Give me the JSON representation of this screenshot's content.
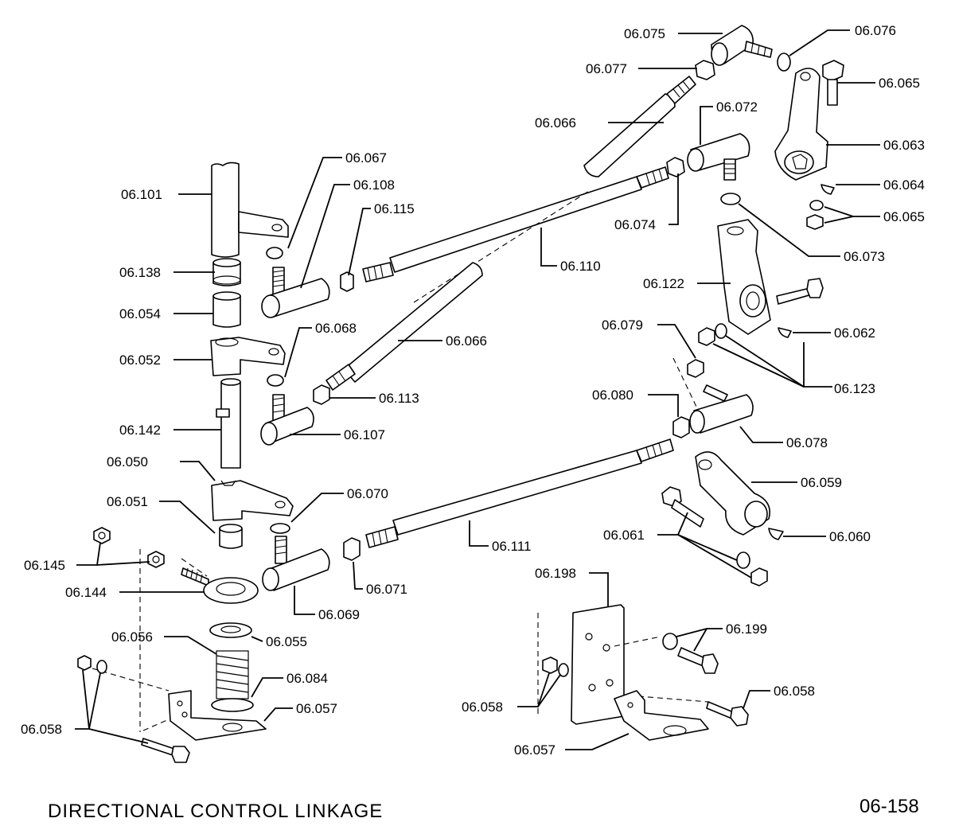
{
  "diagram": {
    "title": "DIRECTIONAL CONTROL LINKAGE",
    "page_number": "06-158",
    "callouts": {
      "c06_075": "06.075",
      "c06_076": "06.076",
      "c06_077": "06.077",
      "c06_065a": "06.065",
      "c06_066a": "06.066",
      "c06_072": "06.072",
      "c06_063": "06.063",
      "c06_067": "06.067",
      "c06_064": "06.064",
      "c06_108": "06.108",
      "c06_101": "06.101",
      "c06_065b": "06.065",
      "c06_115": "06.115",
      "c06_074": "06.074",
      "c06_073": "06.073",
      "c06_110": "06.110",
      "c06_138": "06.138",
      "c06_122": "06.122",
      "c06_054": "06.054",
      "c06_079": "06.079",
      "c06_068": "06.068",
      "c06_062": "06.062",
      "c06_066b": "06.066",
      "c06_052": "06.052",
      "c06_123": "06.123",
      "c06_113": "06.113",
      "c06_080": "06.080",
      "c06_142": "06.142",
      "c06_107": "06.107",
      "c06_078": "06.078",
      "c06_050": "06.050",
      "c06_059": "06.059",
      "c06_070": "06.070",
      "c06_051": "06.051",
      "c06_061": "06.061",
      "c06_060": "06.060",
      "c06_111": "06.111",
      "c06_145": "06.145",
      "c06_198": "06.198",
      "c06_071": "06.071",
      "c06_144": "06.144",
      "c06_069": "06.069",
      "c06_199": "06.199",
      "c06_056": "06.056",
      "c06_055": "06.055",
      "c06_084": "06.084",
      "c06_058a": "06.058",
      "c06_057a": "06.057",
      "c06_058b": "06.058",
      "c06_058c": "06.058",
      "c06_057b": "06.057"
    }
  }
}
